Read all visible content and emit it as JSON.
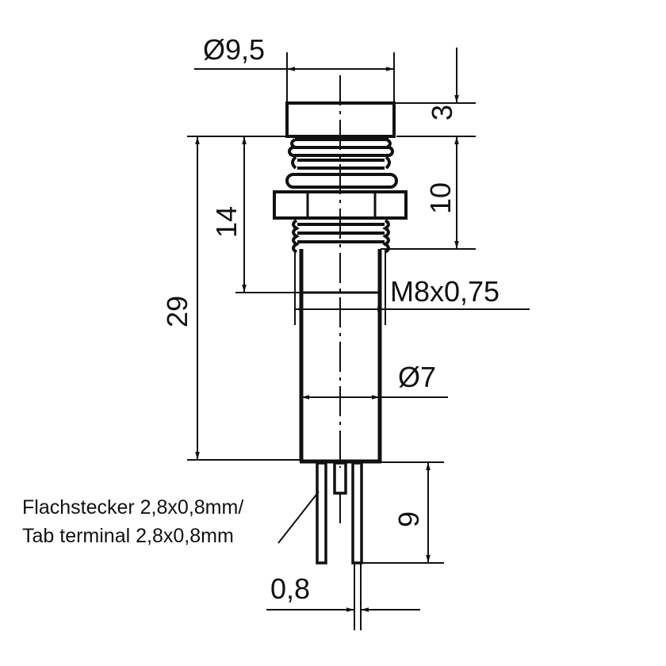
{
  "drawing": {
    "type": "technical dimension drawing",
    "subject": "Panel indicator lamp with threaded bushing and tab terminals",
    "colors": {
      "line": "#111111",
      "background": "#ffffff"
    }
  },
  "dimensions": {
    "head_diameter": "Ø9,5",
    "head_height": "3",
    "thread_length": "10",
    "bezel_to_nut_bottom": "14",
    "total_length": "29",
    "thread_spec": "M8x0,75",
    "body_diameter": "Ø7",
    "terminal_length": "9",
    "terminal_thickness": "0,8"
  },
  "callout": {
    "line1": "Flachstecker 2,8x0,8mm/",
    "line2": "Tab terminal 2,8x0,8mm"
  }
}
